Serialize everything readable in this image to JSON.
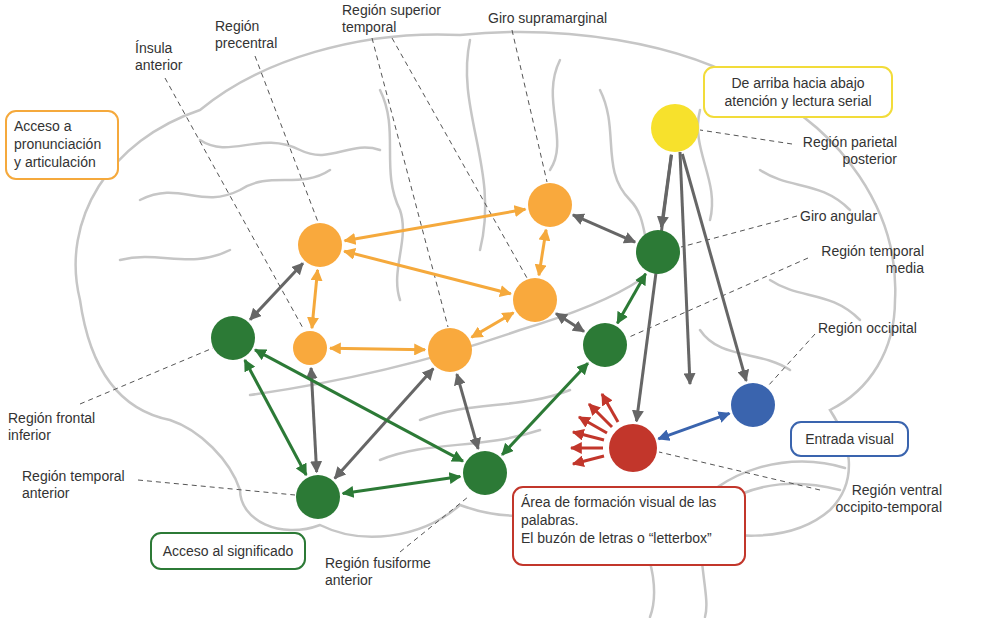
{
  "diagram": {
    "nodes": [
      {
        "text": [
          "Acceso a pronunciación y articulación"
        ]
      },
      {
        "text": [
          "De arriba hacia abajo atención y lectura serial"
        ]
      },
      {
        "text": [
          "Región parietal posterior"
        ]
      },
      {
        "text": [
          "Región precentral"
        ]
      },
      {
        "text": [
          "Ínsula anterior"
        ]
      },
      {
        "text": [
          "Giro supramarginal"
        ]
      },
      {
        "text": [
          "Región superior temporal"
        ]
      },
      {
        "text": []
      },
      {
        "text": [
          "Giro angular"
        ]
      },
      {
        "text": [
          "Región temporal media"
        ]
      },
      {
        "text": [
          "Región frontal inferior"
        ]
      },
      {
        "text": [
          "Región occipital"
        ]
      },
      {
        "text": [
          "Entrada visual"
        ]
      },
      {
        "text": [
          "Región ventral occipito-temporal"
        ]
      },
      {
        "text": [
          "Región temporal anterior"
        ]
      },
      {
        "text": [
          "Región fusiforme anterior"
        ]
      },
      {
        "text": [
          "Área de formación visual de las palabras.",
          "El buzón de letras o “letterbox”"
        ]
      },
      {
        "text": [
          "Acceso al significado"
        ]
      }
    ],
    "edges": [
      {
        "from": 3,
        "to": 5,
        "arrow": "both"
      },
      {
        "from": 3,
        "to": 6,
        "arrow": "both"
      },
      {
        "from": 3,
        "to": 4,
        "arrow": "both"
      },
      {
        "from": 4,
        "to": 7,
        "arrow": "both"
      },
      {
        "from": 7,
        "to": 6,
        "arrow": "both"
      },
      {
        "from": 5,
        "to": 6,
        "arrow": "both"
      },
      {
        "from": 5,
        "to": 8,
        "arrow": "both"
      },
      {
        "from": 3,
        "to": 10,
        "arrow": "both"
      },
      {
        "from": 4,
        "to": 14,
        "arrow": "both"
      },
      {
        "from": 7,
        "to": 14,
        "arrow": "both"
      },
      {
        "from": 7,
        "to": 15,
        "arrow": "both"
      },
      {
        "from": 6,
        "to": 9,
        "arrow": "both"
      },
      {
        "from": 2,
        "to": 8,
        "arrow": "to"
      },
      {
        "from": 2,
        "to": 13,
        "arrow": "to"
      },
      {
        "from": 2,
        "to": 11,
        "arrow": "to"
      },
      {
        "from": 10,
        "to": 14,
        "arrow": "both"
      },
      {
        "from": 10,
        "to": 15,
        "arrow": "both"
      },
      {
        "from": 14,
        "to": 15,
        "arrow": "both"
      },
      {
        "from": 15,
        "to": 9,
        "arrow": "both"
      },
      {
        "from": 9,
        "to": 8,
        "arrow": "both"
      },
      {
        "from": 11,
        "to": 13,
        "arrow": "both"
      }
    ]
  }
}
